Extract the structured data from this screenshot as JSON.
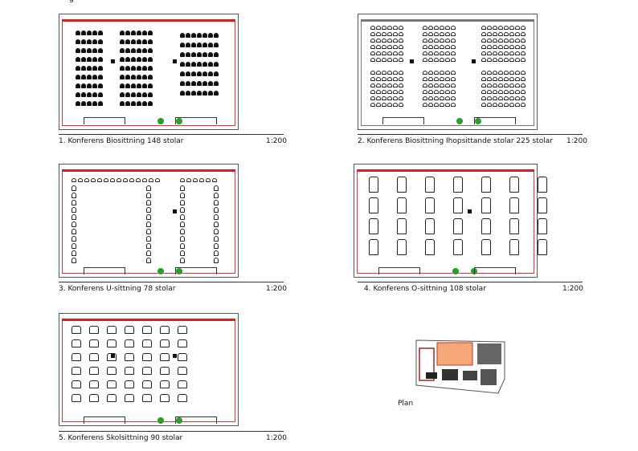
{
  "header_fragment": "g",
  "drawings": [
    {
      "caption": "1. Konferens Biosittning 148 stolar",
      "scale": "1:200"
    },
    {
      "caption": "2. Konferens Biosittning Ihopsittande stolar 225 stolar",
      "scale": "1:200"
    },
    {
      "caption": "3. Konferens U-sittning 78 stolar",
      "scale": "1:200"
    },
    {
      "caption": "4. Konferens O-sittning 108 stolar",
      "scale": "1:200"
    },
    {
      "caption": "5. Konferens Skolsittning 90 stolar",
      "scale": "1:200"
    }
  ],
  "site_plan": {
    "caption": "Plan",
    "highlight_color": "#f4a878"
  },
  "colors": {
    "wall": "#cc2222",
    "tree": "#2a9d2a"
  }
}
